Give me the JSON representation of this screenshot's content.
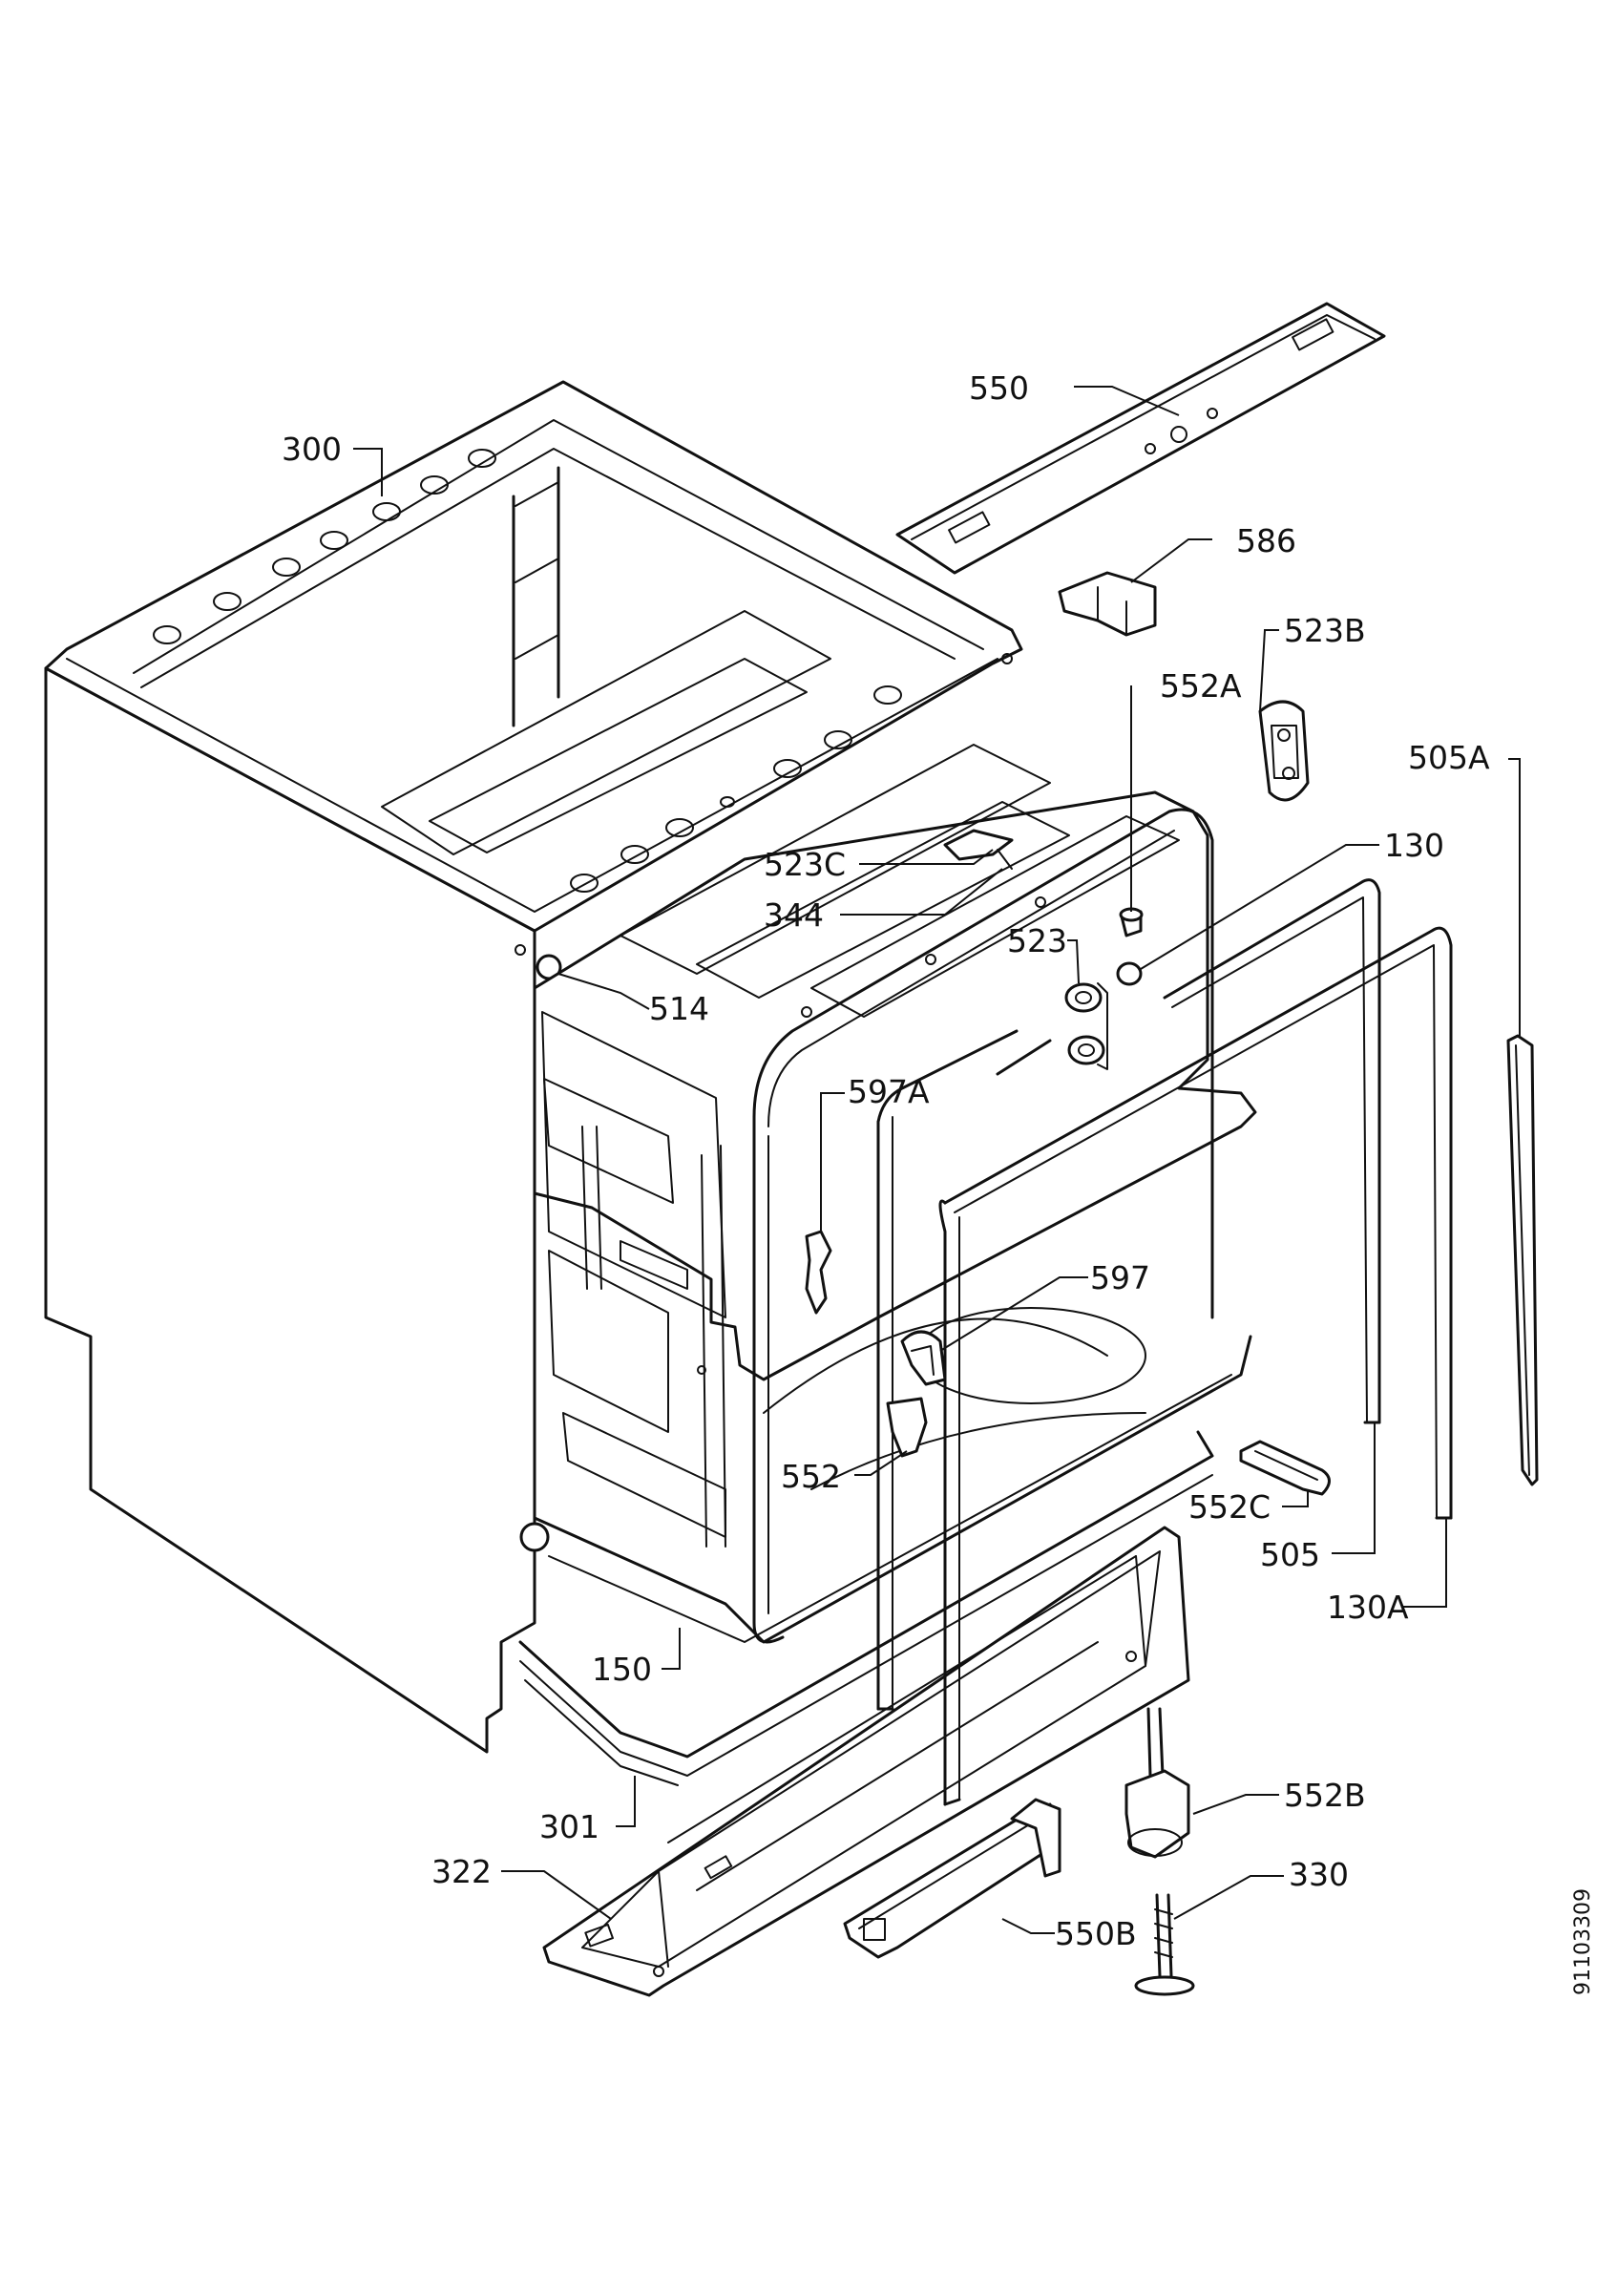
{
  "diagram": {
    "drawing_number": "91103309",
    "labels": {
      "p550": "550",
      "p300": "300",
      "p586": "586",
      "p523b": "523B",
      "p552a": "552A",
      "p505a": "505A",
      "p130": "130",
      "p523c": "523C",
      "p344": "344",
      "p523": "523",
      "p514": "514",
      "p597a": "597A",
      "p597": "597",
      "p552": "552",
      "p552c": "552C",
      "p505": "505",
      "p130a": "130A",
      "p150": "150",
      "p552b": "552B",
      "p301": "301",
      "p330": "330",
      "p322": "322",
      "p550b": "550B"
    }
  }
}
